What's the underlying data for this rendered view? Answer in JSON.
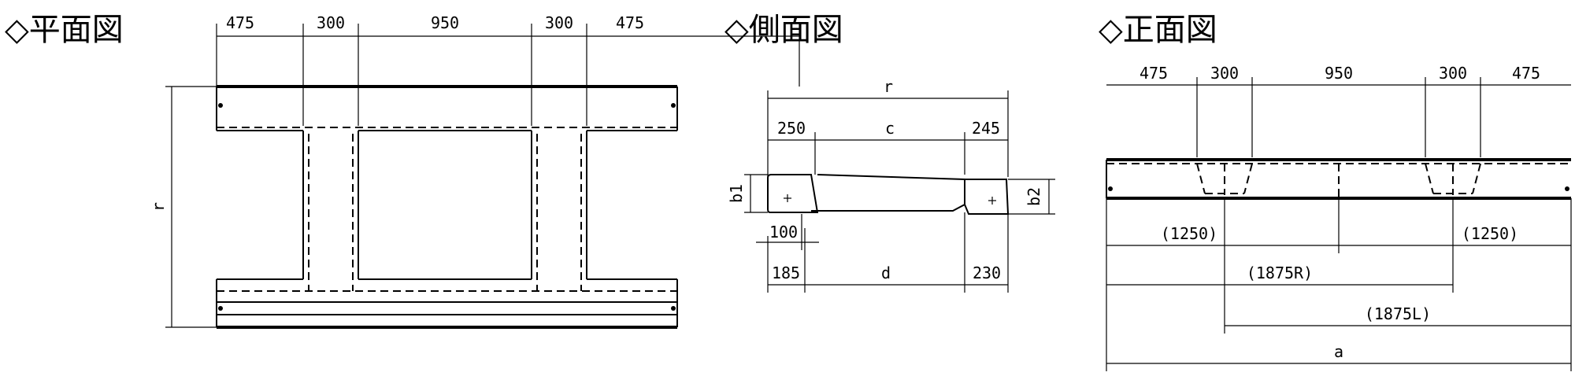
{
  "views": {
    "plan": {
      "title": "◇平面図"
    },
    "side": {
      "title": "◇側面図"
    },
    "front": {
      "title": "◇正面図"
    }
  },
  "dimensions": {
    "plan": {
      "top": [
        "475",
        "300",
        "950",
        "300",
        "475"
      ],
      "left": "r"
    },
    "side": {
      "overall": "r",
      "upper": [
        "250",
        "c",
        "245"
      ],
      "b1": "b1",
      "b2": "b2",
      "small": "100",
      "lower": [
        "185",
        "d",
        "230"
      ]
    },
    "front": {
      "top": [
        "475",
        "300",
        "950",
        "300",
        "475"
      ],
      "w1250a": "(1250)",
      "w1250b": "(1250)",
      "w1875r": "(1875R)",
      "w1875l": "(1875L)",
      "overall": "a"
    }
  }
}
